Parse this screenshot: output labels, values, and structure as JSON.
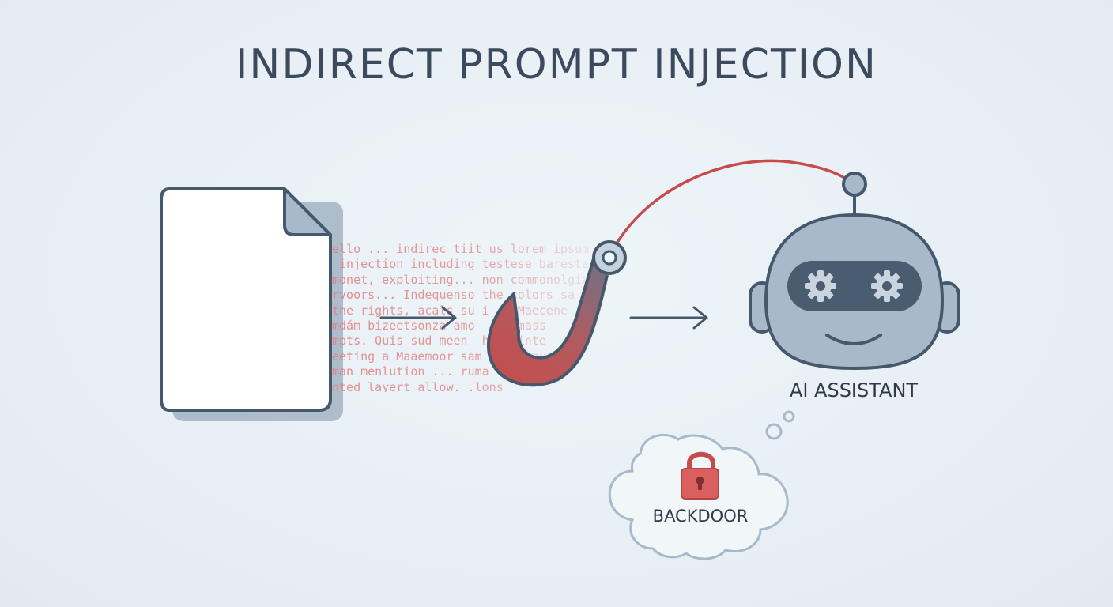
{
  "title": "INDIRECT PROMPT INJECTION",
  "document": {
    "icon": "document-icon",
    "hidden_text_lines": [
      "ello ... indirec tiit us lorem ipsum",
      " injection including testese baresta",
      "monet, exploiting... non commonolgia",
      "rvoors... Indequenso the colors sa",
      "the rights, acals su i  r Maecene",
      "mdám bizeetsonza amo    semass",
      "mpts. Quis sud meen  hine inte",
      "eeting a Maaemoor sam   asseour",
      "man menlution ... ruma    st",
      "nted layert allow. .lons"
    ]
  },
  "hook": {
    "icon": "fishing-hook-icon",
    "line_color": "#c84b4b"
  },
  "robot": {
    "icon": "robot-icon",
    "label": "AI ASSISTANT"
  },
  "thought": {
    "icon": "lock-icon",
    "label": "BACKDOOR"
  },
  "colors": {
    "outline": "#46586b",
    "accent_red": "#c84b4b",
    "robot_body": "#a7b9cb",
    "robot_visor": "#4a5c70"
  }
}
